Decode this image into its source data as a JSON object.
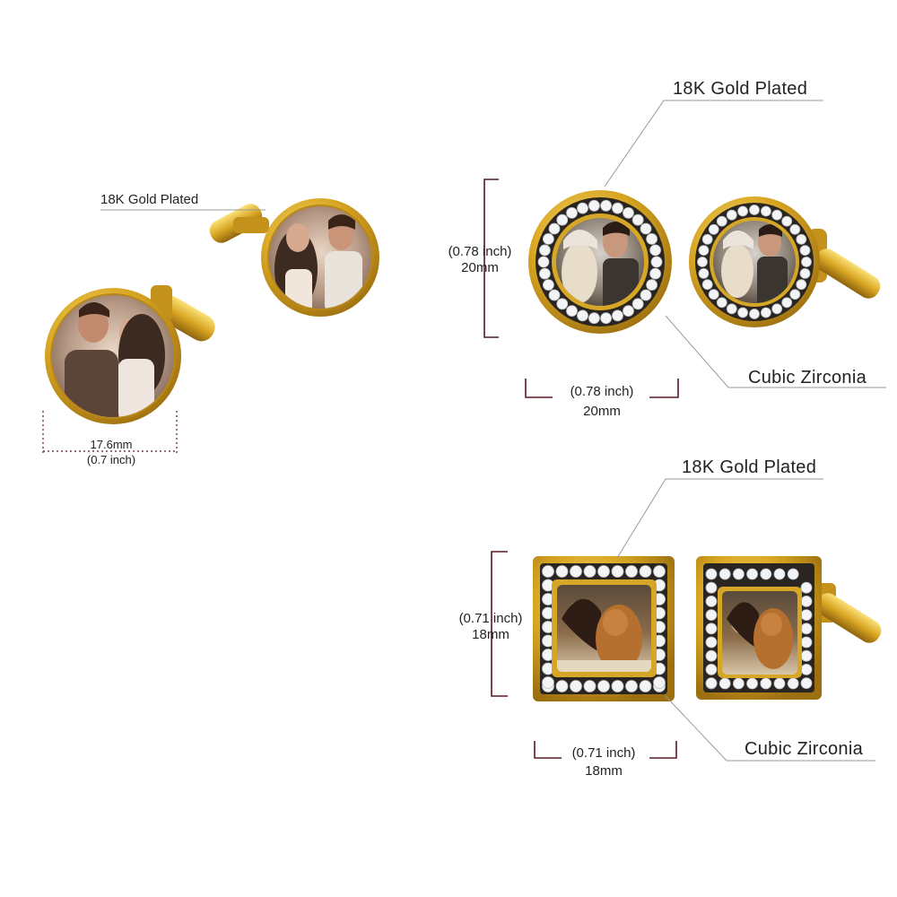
{
  "colors": {
    "gold": "#d9a622",
    "gold_light": "#f6d75a",
    "gold_dark": "#9c6f10",
    "dimension_line": "#5a1a22",
    "leader_line": "#999999",
    "zirconia": "#f2f4f6",
    "background": "#ffffff"
  },
  "set_plain_round": {
    "material_label": "18K Gold Plated",
    "width_mm": "17.6mm",
    "width_inch": "(0.7 inch)"
  },
  "set_round_zirconia": {
    "material_label": "18K Gold Plated",
    "stone_label": "Cubic Zirconia",
    "height_inch": "(0.78 inch)",
    "height_mm": "20mm",
    "width_inch": "(0.78 inch)",
    "width_mm": "20mm"
  },
  "set_square_zirconia": {
    "material_label": "18K Gold Plated",
    "stone_label": "Cubic Zirconia",
    "height_inch": "(0.71 inch)",
    "height_mm": "18mm",
    "width_inch": "(0.71 inch)",
    "width_mm": "18mm"
  }
}
